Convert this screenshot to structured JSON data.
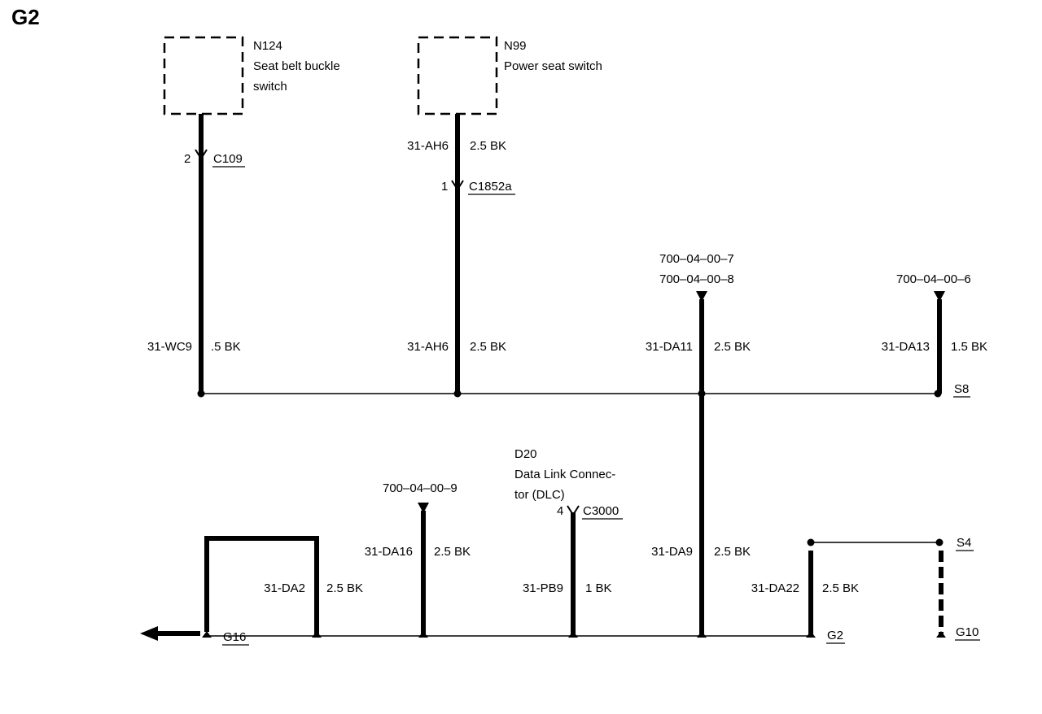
{
  "page_title": "G2",
  "components": {
    "n124": {
      "id": "N124",
      "line1": "Seat belt buckle",
      "line2": "switch"
    },
    "n99": {
      "id": "N99",
      "line1": "Power seat switch"
    },
    "d20": {
      "id": "D20",
      "line1": "Data Link Connec-",
      "line2": "tor (DLC)"
    }
  },
  "connectors": {
    "c109": {
      "pin": "2",
      "name": "C109"
    },
    "c1852a": {
      "pin": "1",
      "name": "C1852a"
    },
    "c3000": {
      "pin": "4",
      "name": "C3000"
    }
  },
  "references": {
    "ref1": "700–04–00–7",
    "ref2": "700–04–00–8",
    "ref3": "700–04–00–6",
    "ref4": "700–04–00–9"
  },
  "wires": {
    "ah6_top": {
      "circuit": "31-AH6",
      "spec": "2.5 BK"
    },
    "wc9": {
      "circuit": "31-WC9",
      "spec": ".5 BK"
    },
    "ah6": {
      "circuit": "31-AH6",
      "spec": "2.5 BK"
    },
    "da11": {
      "circuit": "31-DA11",
      "spec": "2.5 BK"
    },
    "da13": {
      "circuit": "31-DA13",
      "spec": "1.5 BK"
    },
    "da2": {
      "circuit": "31-DA2",
      "spec": "2.5 BK"
    },
    "da16": {
      "circuit": "31-DA16",
      "spec": "2.5 BK"
    },
    "pb9": {
      "circuit": "31-PB9",
      "spec": "1 BK"
    },
    "da9": {
      "circuit": "31-DA9",
      "spec": "2.5 BK"
    },
    "da22": {
      "circuit": "31-DA22",
      "spec": "2.5 BK"
    }
  },
  "splices": {
    "s8": "S8",
    "s4": "S4"
  },
  "grounds": {
    "g16": "G16",
    "g2": "G2",
    "g10": "G10"
  }
}
